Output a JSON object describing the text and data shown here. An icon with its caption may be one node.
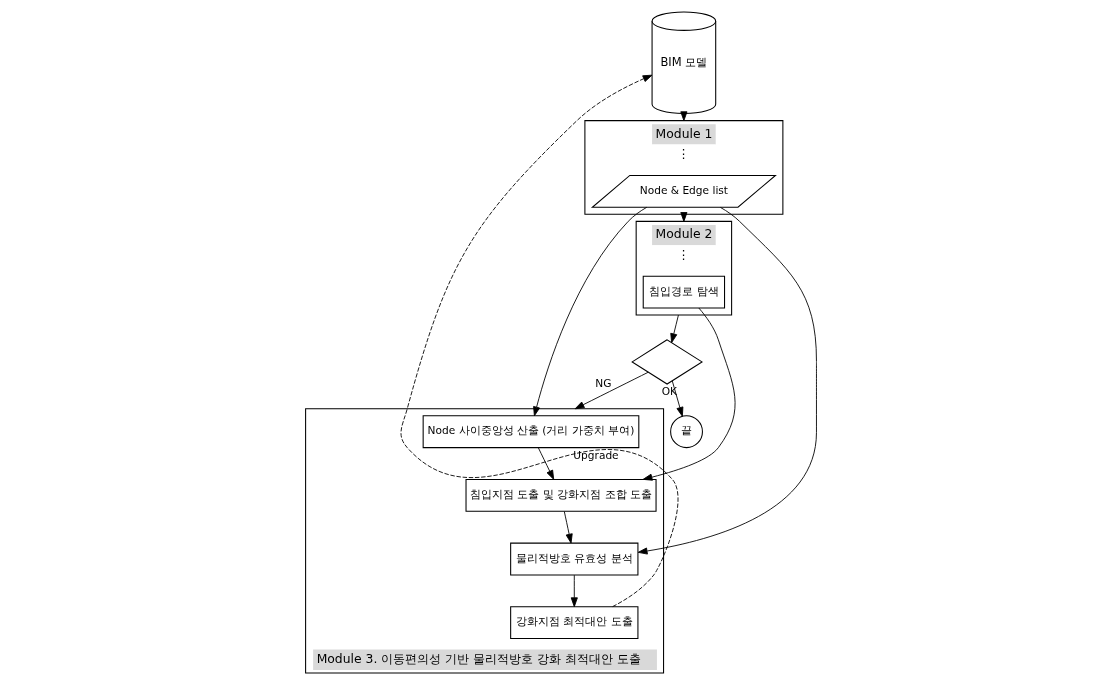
{
  "diagram": {
    "nodes": [
      {
        "text": [
          "Module 1",
          "⋮"
        ]
      },
      {
        "text": [
          "Node & Edge list"
        ],
        "in": 0
      },
      {
        "text": [
          "Module 2",
          "⋮"
        ]
      },
      {
        "text": [
          "침입경로 탐색"
        ],
        "in": 2
      },
      {
        "text": [],
        "shape": "diamond"
      },
      {
        "text": [
          "끝"
        ]
      },
      {
        "text": [
          "Module 3. 이동편의성 기반 물리적방호 강화 최적대안 도출"
        ]
      },
      {
        "text": [
          "Node 사이중앙성 산출 (거리 가중치 부여)"
        ],
        "in": 6
      },
      {
        "text": [
          "침입지점 도출 및 강화지점 조합 도출"
        ],
        "in": 6
      },
      {
        "text": [
          "물리적방호 유효성 분석"
        ],
        "in": 6
      },
      {
        "text": [
          "강화지점 최적대안 도출"
        ],
        "in": 6
      },
      {
        "text": [
          "BIM 모델"
        ]
      }
    ],
    "edges": [
      {
        "from": 11,
        "to": 0,
        "arrow": "to"
      },
      {
        "from": 0,
        "to": 2,
        "arrow": "to"
      },
      {
        "from": 2,
        "to": 4,
        "arrow": "to"
      },
      {
        "from": 4,
        "to": 5,
        "arrow": "to",
        "label": "OK"
      },
      {
        "from": 4,
        "to": 6,
        "arrow": "to",
        "label": "NG"
      },
      {
        "from": 3,
        "to": 8,
        "arrow": "to"
      },
      {
        "from": 1,
        "to": 7,
        "arrow": "to"
      },
      {
        "from": 1,
        "to": 9,
        "arrow": "to"
      },
      {
        "from": 7,
        "to": 8,
        "arrow": "to"
      },
      {
        "from": 8,
        "to": 9,
        "arrow": "to"
      },
      {
        "from": 9,
        "to": 10,
        "arrow": "to"
      },
      {
        "from": 10,
        "to": 11,
        "arrow": "to",
        "style": "dashed",
        "label": "Upgrade"
      }
    ]
  }
}
